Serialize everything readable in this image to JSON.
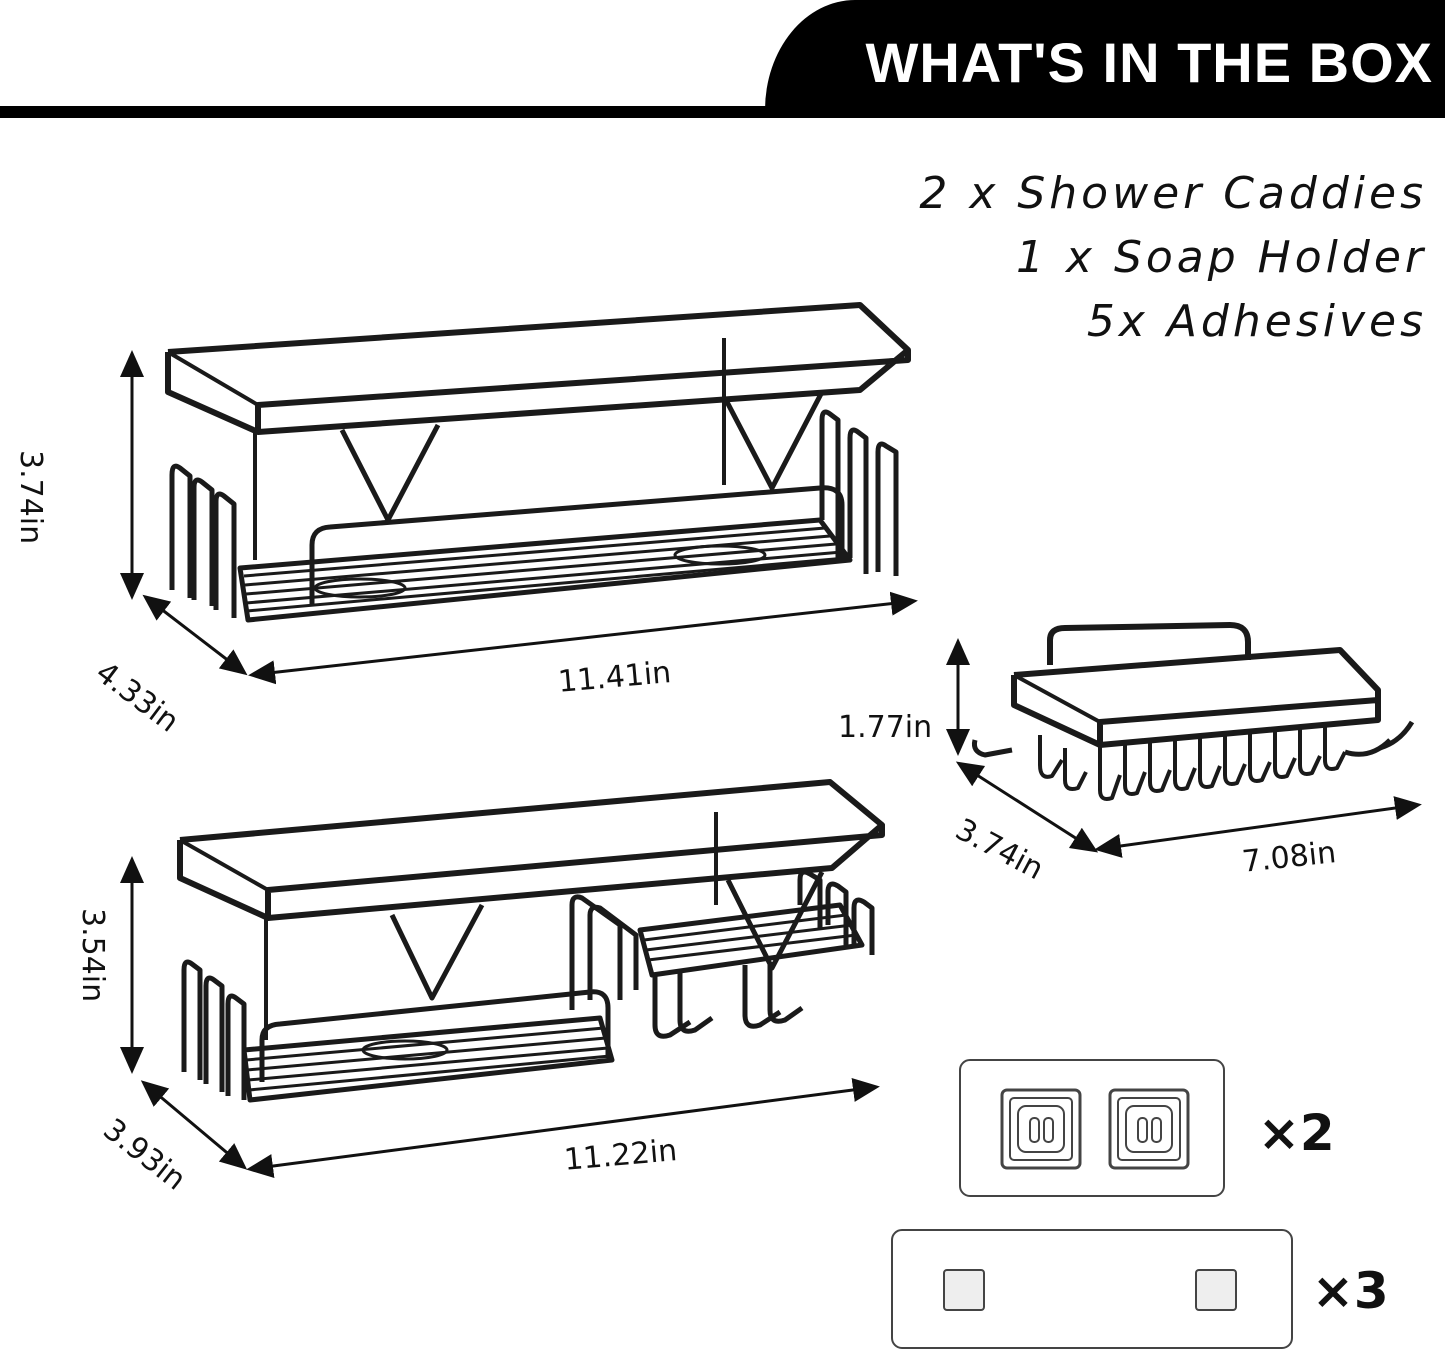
{
  "header": {
    "title": "WHAT'S IN THE BOX"
  },
  "contents": [
    "2 x Shower Caddies",
    "1 x Soap Holder",
    "5x Adhesives"
  ],
  "caddy_large": {
    "height": "3.74in",
    "depth": "4.33in",
    "width": "11.41in"
  },
  "caddy_hooks": {
    "height": "3.54in",
    "depth": "3.93in",
    "width": "11.22in"
  },
  "soap_holder": {
    "height": "1.77in",
    "depth": "3.74in",
    "width": "7.08in"
  },
  "adhesives": [
    {
      "count": "×2",
      "icon": "double-hook-adhesive-icon"
    },
    {
      "count": "×3",
      "icon": "square-adhesive-icon"
    }
  ]
}
